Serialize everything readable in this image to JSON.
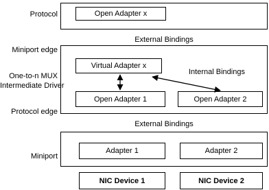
{
  "protocol_layer": {
    "label": "Protocol",
    "open_adapter": "Open Adapter x"
  },
  "external_bindings_top": "External Bindings",
  "mux_layer": {
    "miniport_edge": "Miniport edge",
    "driver_name_line1": "One-to-n MUX",
    "driver_name_line2": "Intermediate Driver",
    "protocol_edge": "Protocol edge",
    "virtual_adapter": "Virtual Adapter x",
    "internal_bindings": "Internal Bindings",
    "open_adapter_1": "Open Adapter 1",
    "open_adapter_2": "Open Adapter 2"
  },
  "external_bindings_bottom": "External Bindings",
  "miniport_layer": {
    "label": "Miniport",
    "adapter_1": "Adapter 1",
    "adapter_2": "Adapter 2"
  },
  "nic_devices": [
    "NIC Device 1",
    "NIC Device 2"
  ]
}
